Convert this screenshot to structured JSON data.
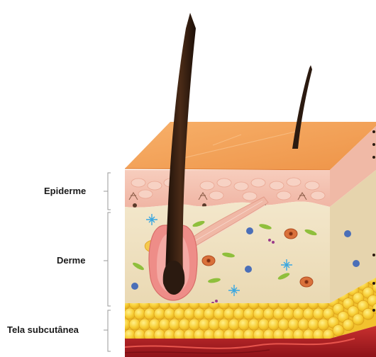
{
  "labels": {
    "epidermis": "Epiderme",
    "dermis": "Derme",
    "hypodermis": "Tela subcutânea"
  },
  "colors": {
    "surface_top": "#f2a15a",
    "epidermis": "#f4c3b3",
    "dermis": "#efe2c3",
    "fat": "#f6c933",
    "muscle": "#b8232a",
    "hair": "#2b1a10",
    "follicle": "#ef8a86"
  },
  "icons": [
    "hair-icon",
    "follicle-icon",
    "fat-cell-icon",
    "blood-vessel-icon",
    "nerve-icon",
    "fibroblast-icon"
  ]
}
